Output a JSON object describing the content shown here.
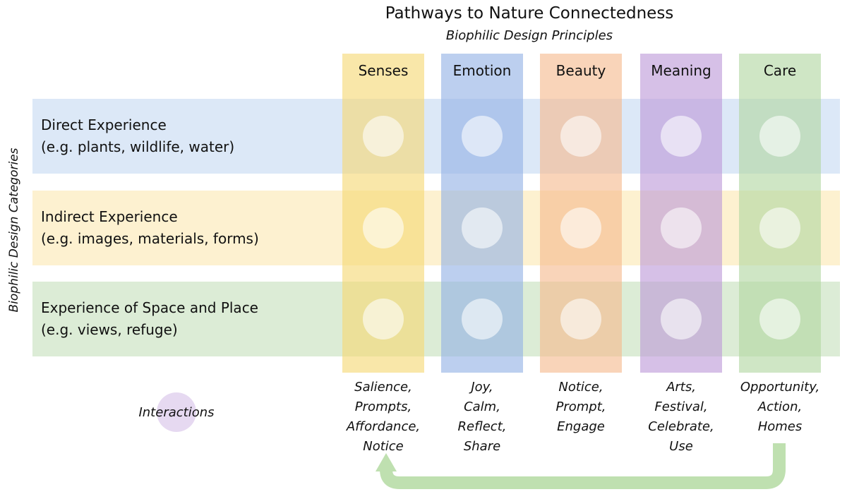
{
  "title": "Pathways to Nature Connectedness",
  "subtitle": "Biophilic Design Principles",
  "y_axis_label": "Biophilic Design Categories",
  "legend_label": "Interactions",
  "rows": [
    {
      "line1": "Direct Experience",
      "line2": "(e.g. plants, wildlife, water)",
      "color": "#dce8f7"
    },
    {
      "line1": "Indirect Experience",
      "line2": "(e.g. images, materials, forms)",
      "color": "#fdf1d0"
    },
    {
      "line1": "Experience of Space and Place",
      "line2": "(e.g. views, refuge)",
      "color": "#dcecd6"
    }
  ],
  "columns": [
    {
      "name": "Senses",
      "color": "#f6d875",
      "interactions": [
        "Salience,",
        "Prompts,",
        "Affordance,",
        "Notice"
      ]
    },
    {
      "name": "Emotion",
      "color": "#93b1e5",
      "interactions": [
        "Joy,",
        "Calm,",
        "Reflect,",
        "Share"
      ]
    },
    {
      "name": "Beauty",
      "color": "#f6b98e",
      "interactions": [
        "Notice,",
        "Prompt,",
        "Engage"
      ]
    },
    {
      "name": "Meaning",
      "color": "#bd9ad8",
      "interactions": [
        "Arts,",
        "Festival,",
        "Celebrate,",
        "Use"
      ]
    },
    {
      "name": "Care",
      "color": "#b2d7a2",
      "interactions": [
        "Opportunity,",
        "Action,",
        "Homes"
      ]
    }
  ],
  "arrow_color": "#bfe0b0"
}
